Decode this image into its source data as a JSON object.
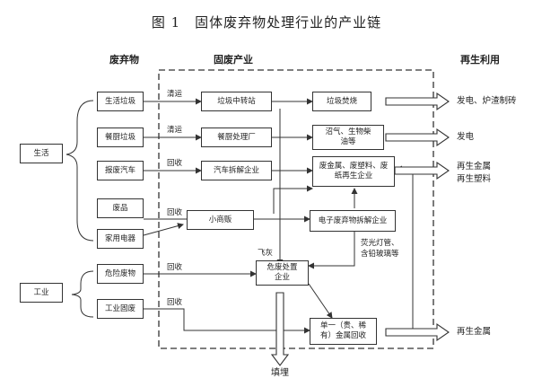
{
  "title": "图 1　固体废弃物处理行业的产业链",
  "headers": {
    "waste": "废弃物",
    "industry": "固废产业",
    "reuse": "再生利用"
  },
  "groups": {
    "life": "生活",
    "industry": "工业"
  },
  "sources": {
    "domestic": "生活垃圾",
    "kitchen": "餐厨垃圾",
    "scrap_car": "报废汽车",
    "waste_goods": "废品",
    "appliance": "家用电器",
    "hazardous": "危险废物",
    "industrial": "工业固废"
  },
  "nodes": {
    "transfer": "垃圾中转站",
    "burn": "垃圾焚烧",
    "kitchen_plant": "餐厨处理厂",
    "biogas_1": "沼气、生物柴",
    "biogas_2": "油等",
    "dismantle": "汽车拆解企业",
    "recycle_1": "废金属、废塑料、废",
    "recycle_2": "纸再生企业",
    "vendor": "小商贩",
    "ewaste": "电子废弃物拆解企业",
    "hazard_1": "危废处置",
    "hazard_2": "企业",
    "metal_1": "单一（贵、稀",
    "metal_2": "有）金属回收"
  },
  "labels": {
    "collect1": "清运",
    "collect2": "清运",
    "recover1": "回收",
    "recover2": "回收",
    "recover3": "回收",
    "recover4": "回收",
    "fly_ash": "飞灰",
    "lamp_1": "荧光灯管、",
    "lamp_2": "含铅玻璃等",
    "landfill": "填埋"
  },
  "outputs": {
    "power_bricks": "发电、炉渣制砖",
    "power": "发电",
    "renew_metal_1": "再生金属",
    "renew_plastic": "再生塑料",
    "renew_metal_2": "再生金属"
  },
  "colors": {
    "line": "#333333",
    "arrow_fill": "#ffffff"
  }
}
